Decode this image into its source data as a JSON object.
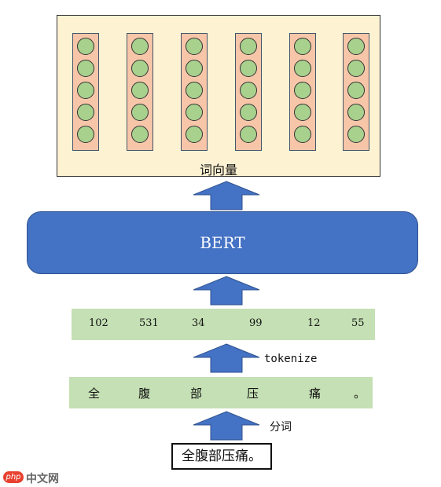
{
  "word_vectors": {
    "label": "词向量",
    "column_count": 6,
    "cells_per_column": 5
  },
  "model": {
    "label": "BERT"
  },
  "token_ids": [
    "102",
    "531",
    "34",
    "99",
    "12",
    "55"
  ],
  "tokenize_label": "tokenize",
  "characters": [
    "全",
    "腹",
    "部",
    "压",
    "痛",
    "。"
  ],
  "segment_label": "分词",
  "input_text": "全腹部压痛。",
  "watermark": {
    "badge": "php",
    "text": "中文网"
  },
  "colors": {
    "panel": "#fdf2d2",
    "column": "#f7c6a9",
    "cell": "#a9d18e",
    "bert": "#4472c4",
    "band": "#c5e0b4",
    "arrow": "#4472c4"
  }
}
